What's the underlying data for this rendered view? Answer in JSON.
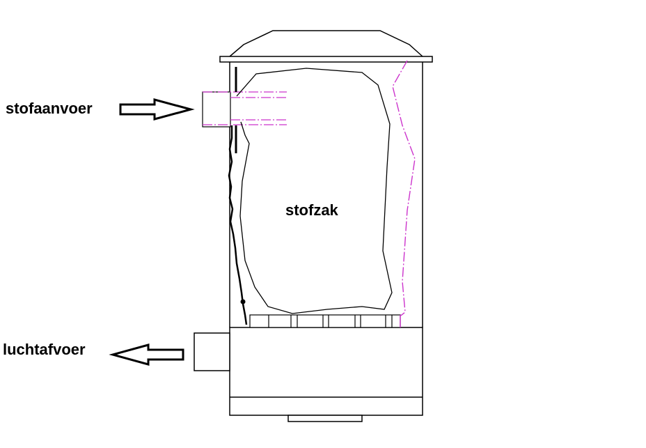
{
  "labels": {
    "inlet": "stofaanvoer",
    "bag": "stofzak",
    "outlet": "luchtafvoer"
  },
  "colors": {
    "line": "#000000",
    "dashed_accent": "#cc33cc",
    "background": "#ffffff"
  }
}
